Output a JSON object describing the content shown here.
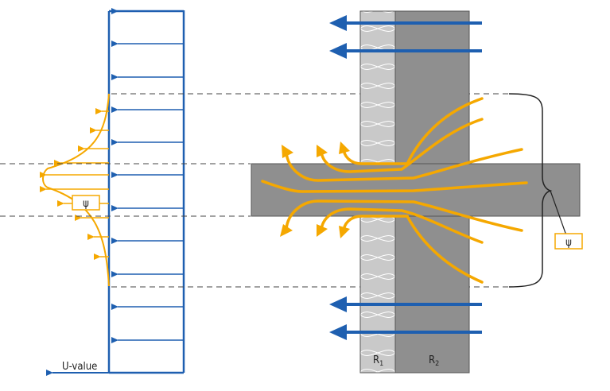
{
  "labels": {
    "u_value": "U-value",
    "psi_left": "ψ",
    "psi_right": "ψ",
    "r1_main": "R",
    "r1_sub": "1",
    "r2_main": "R",
    "r2_sub": "2"
  },
  "colors": {
    "blue": "#1e5fb0",
    "orange": "#f5a800",
    "gray_dark": "#8f8f8f",
    "gray_light": "#c9c9c9",
    "outline": "#555555",
    "dash": "#444444"
  }
}
